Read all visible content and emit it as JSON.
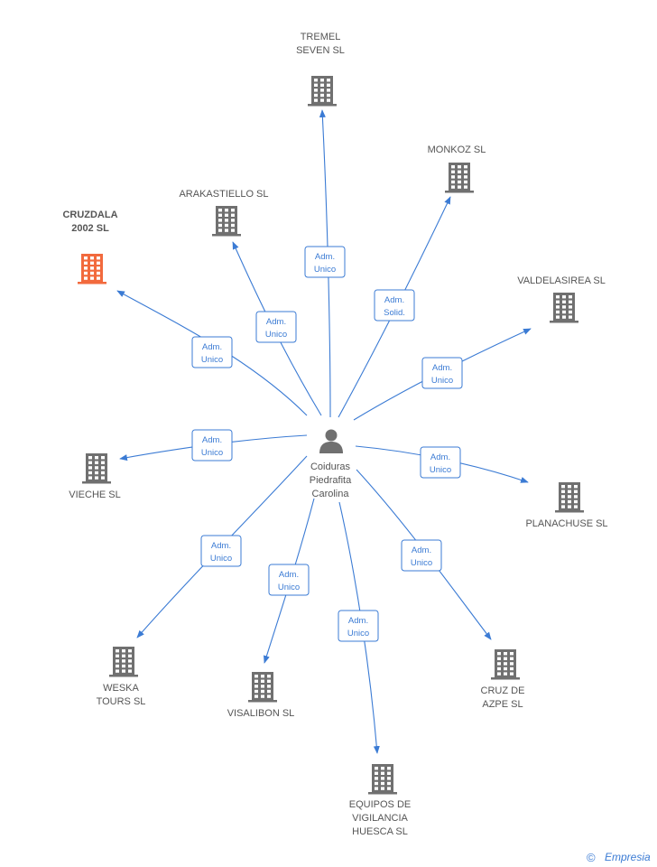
{
  "person": {
    "name_lines": [
      "Coiduras",
      "Piedrafita",
      "Carolina"
    ]
  },
  "colors": {
    "edge": "#3b7bd4",
    "building": "#707070",
    "building_highlight": "#f26a3d",
    "person": "#707070"
  },
  "companies": [
    {
      "id": "tremel",
      "lines": [
        "TREMEL",
        "SEVEN  SL"
      ],
      "highlight": false,
      "role": [
        "Adm.",
        "Unico"
      ]
    },
    {
      "id": "monkoz",
      "lines": [
        "MONKOZ SL"
      ],
      "highlight": false,
      "role": [
        "Adm.",
        "Solid."
      ]
    },
    {
      "id": "arakastiello",
      "lines": [
        "ARAKASTIELLO SL"
      ],
      "highlight": false,
      "role": [
        "Adm.",
        "Unico"
      ]
    },
    {
      "id": "cruzdala",
      "lines": [
        "CRUZDALA",
        "2002 SL"
      ],
      "highlight": true,
      "role": [
        "Adm.",
        "Unico"
      ]
    },
    {
      "id": "valdelasirea",
      "lines": [
        "VALDELASIREA SL"
      ],
      "highlight": false,
      "role": [
        "Adm.",
        "Unico"
      ]
    },
    {
      "id": "vieche",
      "lines": [
        "VIECHE SL"
      ],
      "highlight": false,
      "role": [
        "Adm.",
        "Unico"
      ]
    },
    {
      "id": "planachuse",
      "lines": [
        "PLANACHUSE SL"
      ],
      "highlight": false,
      "role": [
        "Adm.",
        "Unico"
      ]
    },
    {
      "id": "weska",
      "lines": [
        "WESKA",
        "TOURS SL"
      ],
      "highlight": false,
      "role": [
        "Adm.",
        "Unico"
      ]
    },
    {
      "id": "visalibon",
      "lines": [
        "VISALIBON SL"
      ],
      "highlight": false,
      "role": [
        "Adm.",
        "Unico"
      ]
    },
    {
      "id": "cruzdeazpe",
      "lines": [
        "CRUZ DE",
        "AZPE SL"
      ],
      "highlight": false,
      "role": [
        "Adm.",
        "Unico"
      ]
    },
    {
      "id": "equipos",
      "lines": [
        "EQUIPOS DE",
        "VIGILANCIA",
        "HUESCA SL"
      ],
      "highlight": false,
      "role": [
        "Adm.",
        "Unico"
      ]
    }
  ],
  "watermark": {
    "copyright": "©",
    "brand": "Empresia"
  }
}
